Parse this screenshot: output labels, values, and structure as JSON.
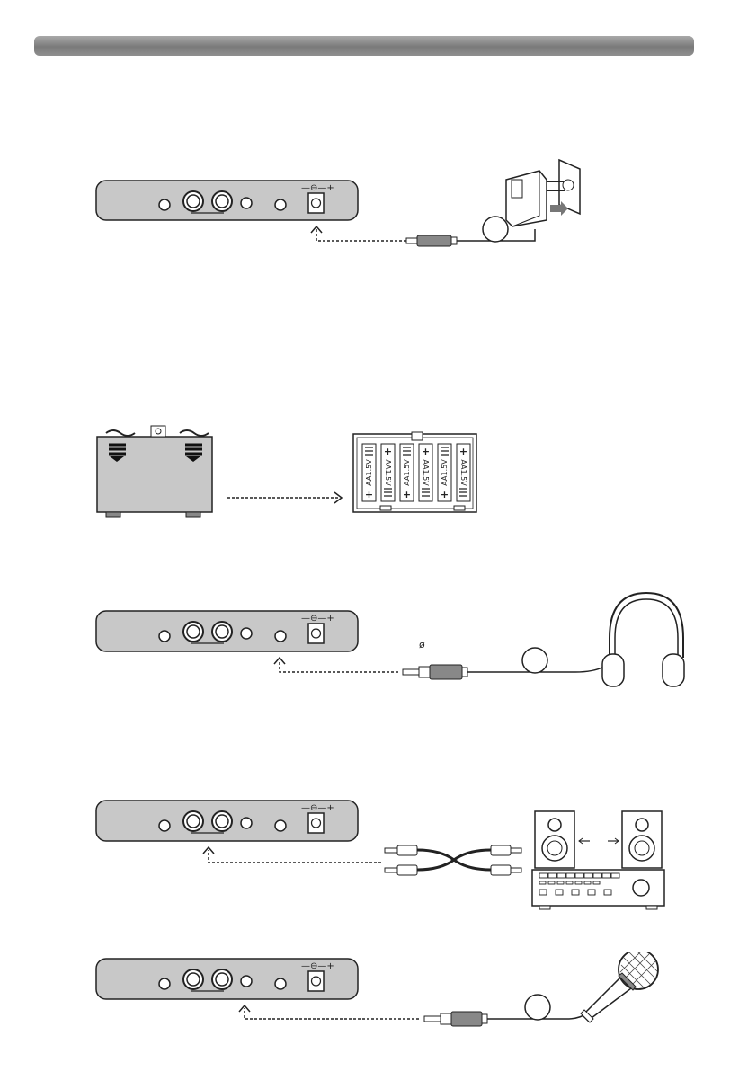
{
  "page": {
    "accent_color": "#808080",
    "panel_color": "#c8c8c8",
    "line_color": "#222222"
  },
  "power_section": {
    "jack_polarity_label": "—⊖—+",
    "icons": [
      "mixer-back-panel",
      "dc-plug",
      "power-adapter",
      "wall-outlet"
    ]
  },
  "battery_section": {
    "cell_label": "AA1.5V",
    "cell_count": 6,
    "icons": [
      "battery-compartment",
      "battery-holder"
    ]
  },
  "headphone_section": {
    "diameter_symbol": "ø",
    "icons": [
      "mixer-back-panel",
      "quarter-inch-plug",
      "headphones"
    ]
  },
  "amplifier_section": {
    "icons": [
      "mixer-back-panel",
      "rca-cable",
      "speaker-left",
      "speaker-right",
      "amplifier"
    ]
  },
  "microphone_section": {
    "icons": [
      "mixer-back-panel",
      "quarter-inch-plug",
      "microphone"
    ]
  }
}
